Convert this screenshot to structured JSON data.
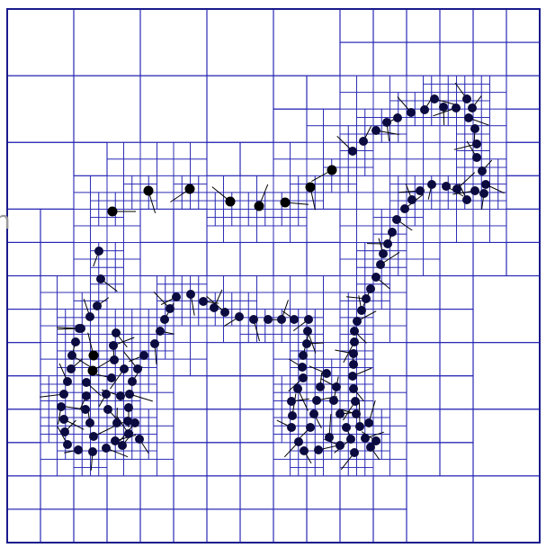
{
  "figure": {
    "edge_glyph": "n",
    "colors": {
      "frame": "#1a1a8c",
      "cell_line": "#2626b4",
      "point": "#0b0b40",
      "normal": "#000000",
      "background": "#ffffff"
    },
    "description_terms": [
      "quadtree",
      "sample-points",
      "normals"
    ]
  }
}
